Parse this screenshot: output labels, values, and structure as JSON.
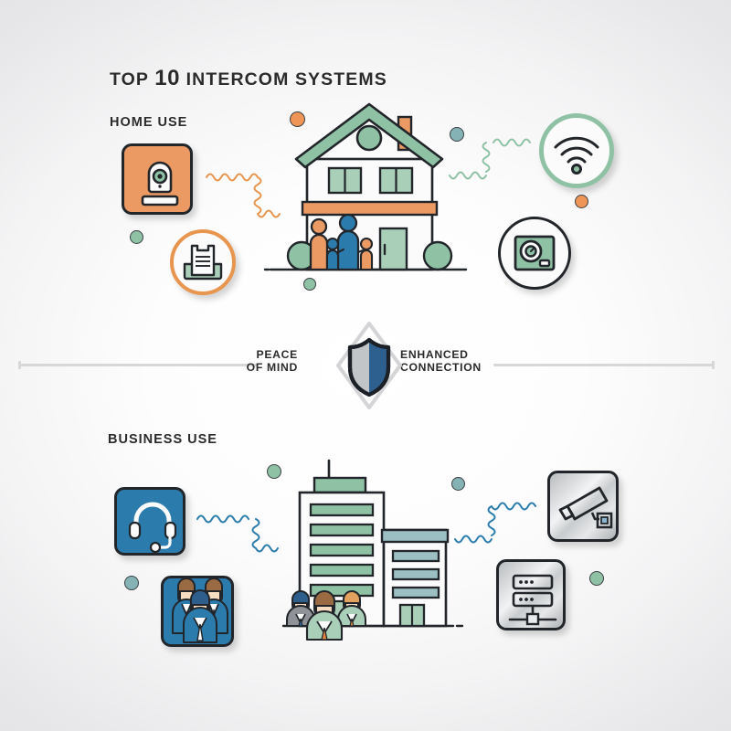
{
  "page": {
    "title_pre": "TOP ",
    "title_num": "10",
    "title_post": " INTERCOM SYSTEMS",
    "background_top_color": "#e6e6e8",
    "background_center_color": "#ffffff"
  },
  "sections": {
    "home": {
      "label": "HOME USE"
    },
    "business": {
      "label": "BUSINESS USE"
    }
  },
  "center_band": {
    "left_tagline_line1": "PEACE",
    "left_tagline_line2": "OF MIND",
    "right_tagline_line1": "ENHANCED",
    "right_tagline_line2": "CONNECTION",
    "emblem_name": "shield-emblem",
    "shield_left_color": "#c2c5c8",
    "shield_right_color": "#2e608f",
    "shield_outline_color": "#1c2127",
    "diamond_color": "#d4d4d6",
    "divider_color": "#d7d7d9"
  },
  "palette": {
    "orange": "#eb9a63",
    "orange_accent": "#ee9557",
    "green": "#8fc2a5",
    "green_light": "#a9cfb8",
    "teal": "#85b3b5",
    "blue": "#2b7cad",
    "ink": "#22262b",
    "silver": "#c9ccce",
    "skin": "#f6dcc0",
    "hair_brown": "#9a6a43",
    "hair_blue": "#2e5f8c",
    "tie_blue": "#2e6ea8",
    "tie_orange": "#e2863f"
  },
  "home_icons": [
    {
      "name": "doorbell-camera-tile",
      "label": "Doorbell camera unit",
      "style": "orange-square"
    },
    {
      "name": "intercom-panel-circle",
      "label": "Intercom panel",
      "style": "orange-ring-circle"
    },
    {
      "name": "wifi-signal-circle",
      "label": "Wireless signal",
      "style": "green-ring-circle"
    },
    {
      "name": "video-monitor-circle",
      "label": "Video door monitor",
      "style": "dark-ring-circle"
    }
  ],
  "business_icons": [
    {
      "name": "headset-operator-tile",
      "label": "Headset operator",
      "style": "blue-square"
    },
    {
      "name": "staff-team-tile",
      "label": "Staff team",
      "style": "blue-square"
    },
    {
      "name": "cctv-camera-tile",
      "label": "CCTV camera",
      "style": "silver-square"
    },
    {
      "name": "server-network-tile",
      "label": "Server network",
      "style": "silver-square"
    }
  ],
  "illustrations": {
    "house": {
      "name": "house-illustration",
      "roof_color": "#8fc2a5",
      "chimney_color": "#eb9a63",
      "band_color": "#eb9a63",
      "window_color": "#a9cfb8",
      "door_color": "#a9cfb8",
      "family_members": [
        "mother",
        "father",
        "child-left",
        "child-right"
      ],
      "bushes": 2
    },
    "office": {
      "name": "office-building-illustration",
      "tower_band_color": "#8fc2a5",
      "annex_band_color": "#9bbfc2",
      "staff_count": 3,
      "floors_tower": 5,
      "floors_annex": 3
    }
  },
  "connectors": [
    {
      "name": "connector-home-left",
      "color": "#e8954f"
    },
    {
      "name": "connector-home-right",
      "color": "#8fc2a5"
    },
    {
      "name": "connector-business-left",
      "color": "#2b7cad"
    },
    {
      "name": "connector-business-right",
      "color": "#2b7cad"
    }
  ],
  "decor_dots": [
    {
      "name": "decor-dot-1",
      "color": "orange"
    },
    {
      "name": "decor-dot-2",
      "color": "green"
    },
    {
      "name": "decor-dot-3",
      "color": "teal"
    },
    {
      "name": "decor-dot-4",
      "color": "orange"
    },
    {
      "name": "decor-dot-5",
      "color": "green"
    },
    {
      "name": "decor-dot-6",
      "color": "green"
    },
    {
      "name": "decor-dot-7",
      "color": "teal"
    },
    {
      "name": "decor-dot-8",
      "color": "teal"
    },
    {
      "name": "decor-dot-9",
      "color": "green"
    }
  ]
}
